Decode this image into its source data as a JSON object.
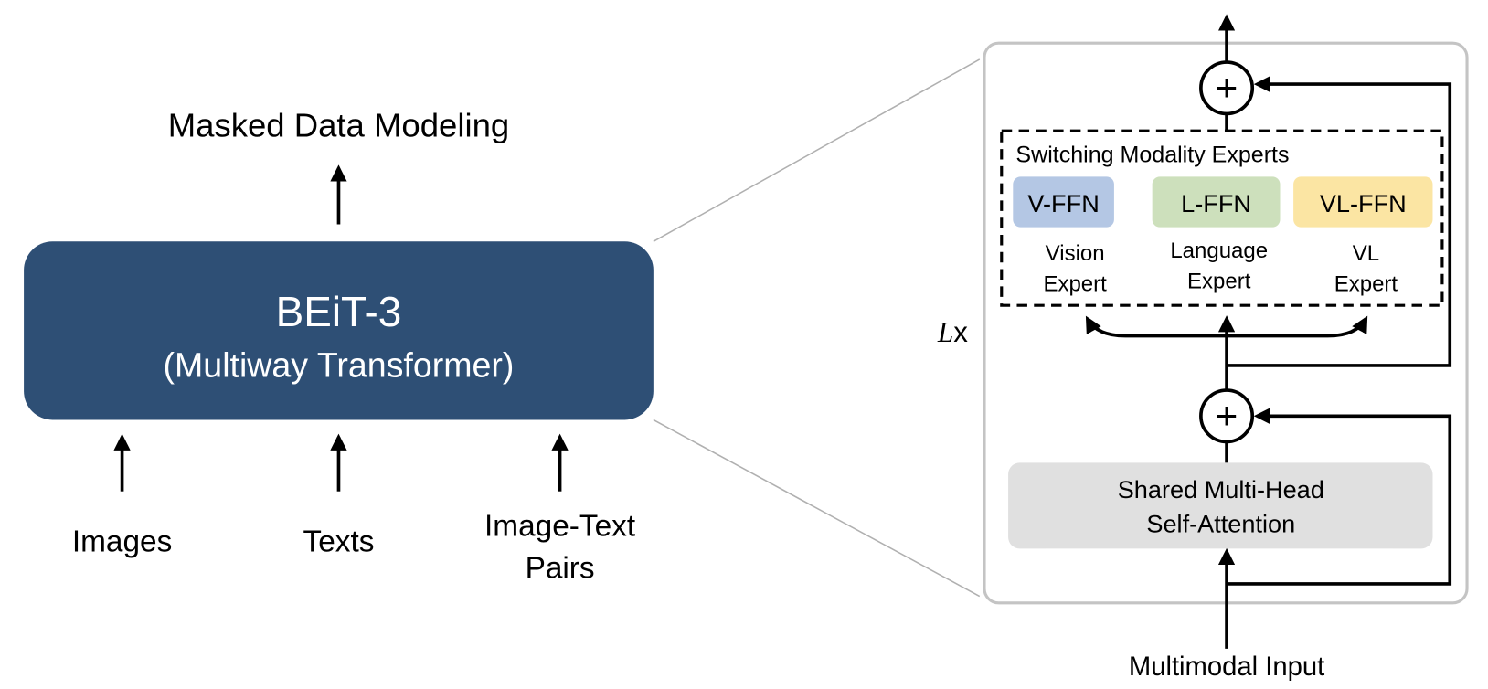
{
  "left": {
    "objective": "Masked Data Modeling",
    "model_title": "BEiT-3",
    "model_subtitle": "(Multiway Transformer)",
    "model_color": "#2e4f75",
    "inputs": [
      "Images",
      "Texts",
      "Image-Text",
      "Pairs"
    ]
  },
  "right": {
    "repeat_label_var": "L",
    "repeat_label_suffix": "x",
    "experts_title": "Switching Modality Experts",
    "experts": [
      {
        "name": "V-FFN",
        "label1": "Vision",
        "label2": "Expert",
        "color": "#b4c7e4"
      },
      {
        "name": "L-FFN",
        "label1": "Language",
        "label2": "Expert",
        "color": "#cde0bc"
      },
      {
        "name": "VL-FFN",
        "label1": "VL",
        "label2": "Expert",
        "color": "#fbe5a3"
      }
    ],
    "attention_line1": "Shared Multi-Head",
    "attention_line2": "Self-Attention",
    "attention_color": "#e0e0e0",
    "plus_symbol": "+",
    "input_label": "Multimodal Input"
  }
}
